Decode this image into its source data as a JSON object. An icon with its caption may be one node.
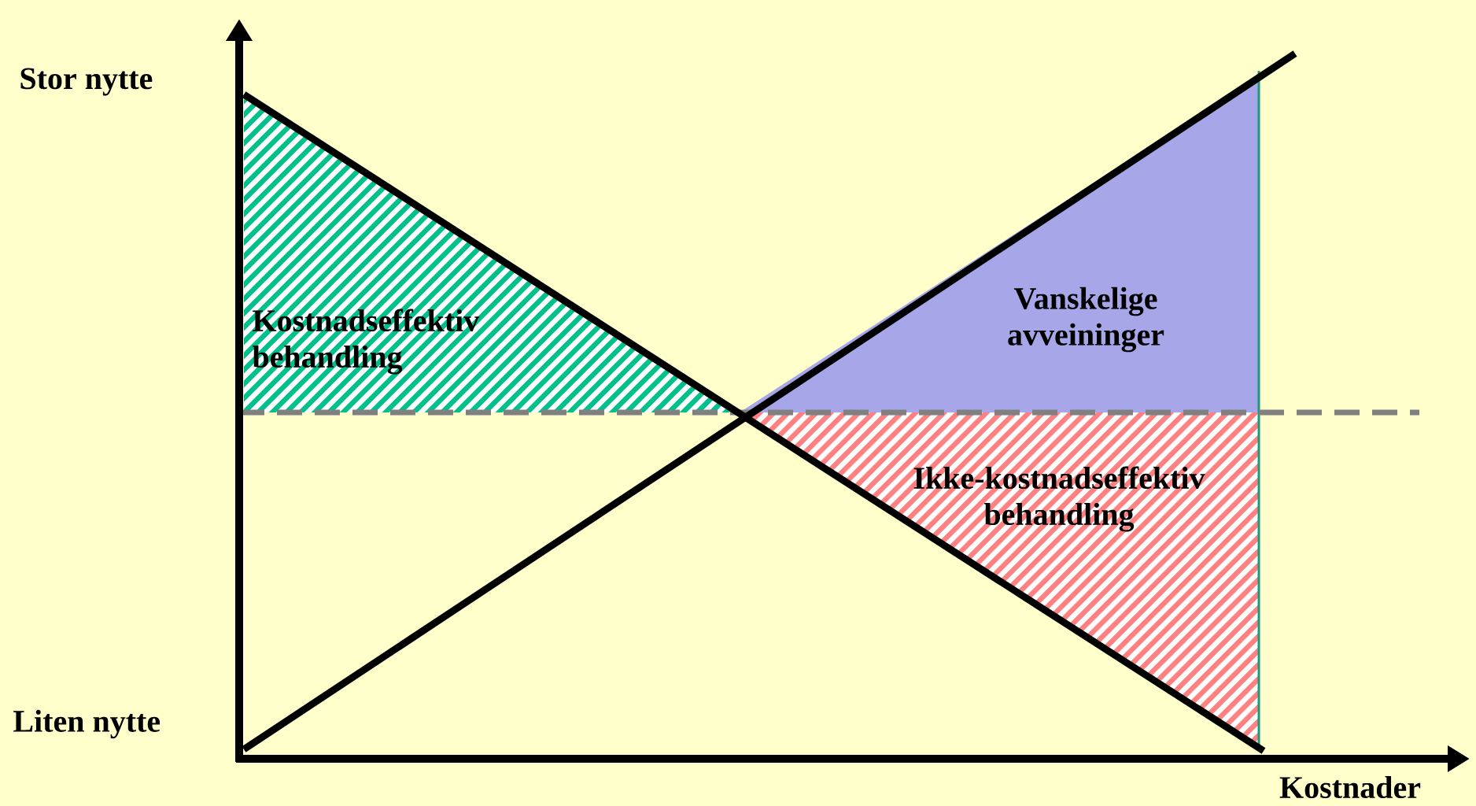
{
  "diagram": {
    "nodes": [
      {
        "text": [
          "Kostnadseffektiv behandling"
        ]
      },
      {
        "text": [
          "Vanskelige avveininger"
        ]
      },
      {
        "text": [
          "Ikke-kostnadseffektiv behandling"
        ]
      }
    ],
    "labels": [
      "Stor nytte",
      "Liten nytte",
      "Kostnader"
    ]
  }
}
